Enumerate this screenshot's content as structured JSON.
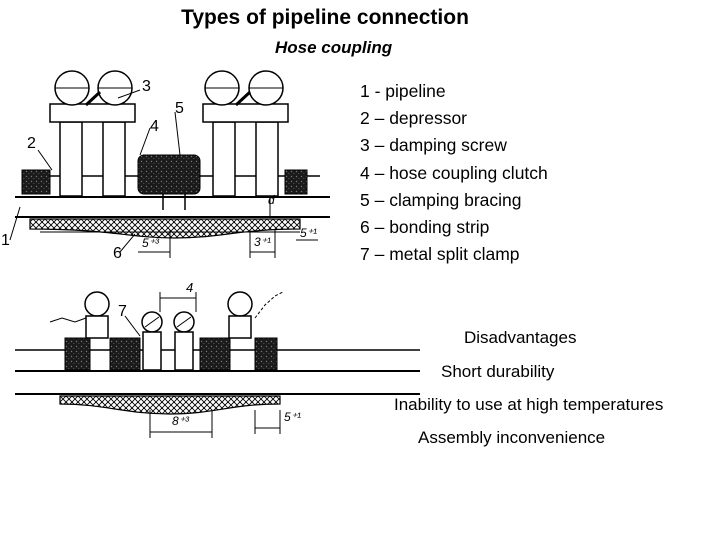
{
  "slide": {
    "title": "Types of pipeline connection",
    "subtitle": "Hose coupling"
  },
  "legend": {
    "items": [
      "1 - pipeline",
      "2 – depressor",
      "3 – damping screw",
      "4 – hose coupling clutch",
      "5 – clamping bracing",
      "6 – bonding strip",
      "7 – metal split clamp"
    ]
  },
  "callouts": [
    "1",
    "2",
    "3",
    "4",
    "5",
    "6",
    "7"
  ],
  "drawing_labels": {
    "top_d": "d",
    "top_dim_left": "5⁺³",
    "top_dim_mid": "3⁺¹",
    "top_dim_right": "5⁺¹",
    "bottom_dim_top": "4",
    "bottom_dim_mid": "8⁺³",
    "bottom_dim_right": "5⁺¹"
  },
  "disadvantages": {
    "heading": "Disadvantages",
    "items": [
      "Short durability",
      "Inability to use at high temperatures",
      "Assembly inconvenience"
    ]
  }
}
